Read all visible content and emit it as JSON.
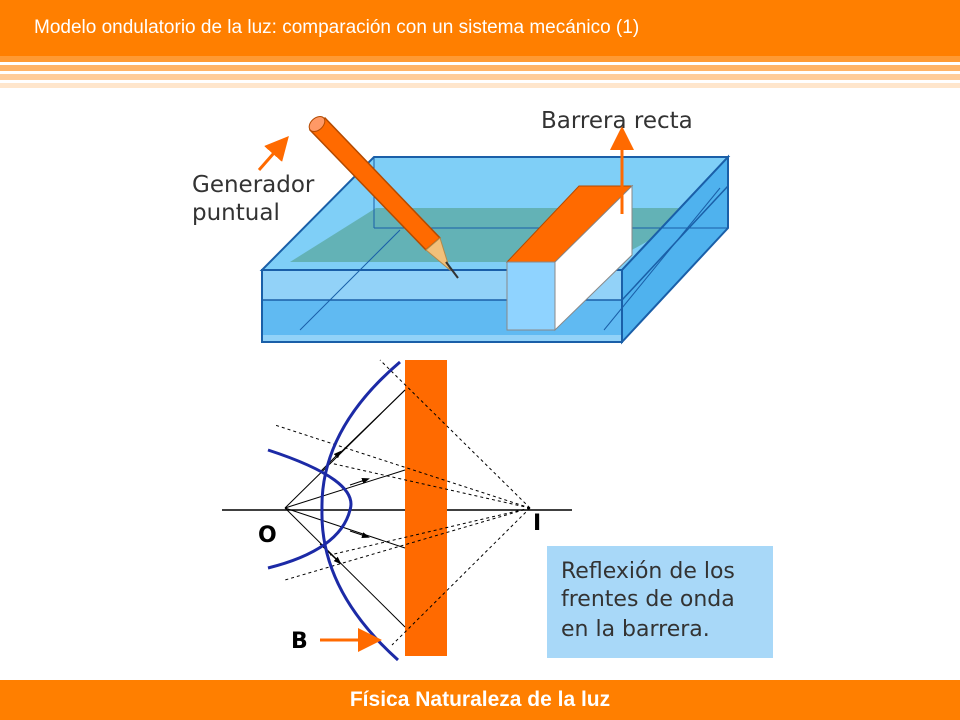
{
  "header": {
    "title": "Modelo ondulatorio de la luz: comparación con un sistema mecánico (1)"
  },
  "footer": {
    "text": "Física Naturaleza de la luz"
  },
  "tank": {
    "generator_label_line1": "Generador",
    "generator_label_line2": "puntual",
    "barrier_label": "Barrera recta"
  },
  "reflection": {
    "label_o": "O",
    "label_i": "I",
    "label_b": "B",
    "caption_line1": "Reflexión de los",
    "caption_line2": "frentes de onda",
    "caption_line3": "en la barrera."
  },
  "colors": {
    "accent": "#ff7f00",
    "barrier": "#ff6a00",
    "water": "#66c4f5",
    "wavefront": "#1c2aa6",
    "caption_box": "#a8d8f8"
  }
}
